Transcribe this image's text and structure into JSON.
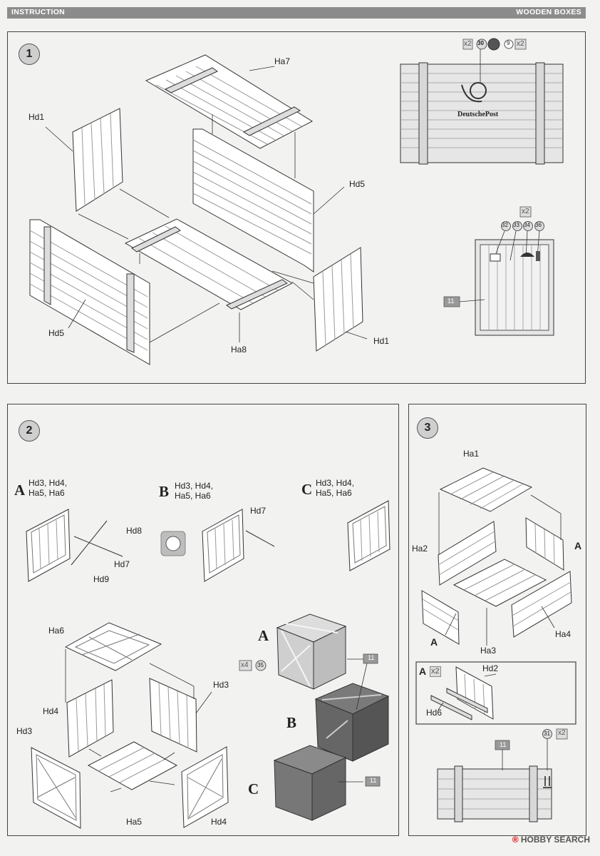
{
  "header": {
    "left": "INSTRUCTION",
    "right": "WOODEN BOXES"
  },
  "step1": {
    "number": "1",
    "labels": {
      "ha7": "Ha7",
      "hd1_left": "Hd1",
      "hd5_right": "Hd5",
      "hd5_left": "Hd5",
      "ha8": "Ha8",
      "hd1_right": "Hd1"
    },
    "decal": {
      "x2_a": "x2",
      "n30": "30",
      "n9": "9",
      "x2_b": "x2",
      "brand": "DeutschePost",
      "x2_c": "x2",
      "n32": "32",
      "n33": "33",
      "n34": "34",
      "n36": "36",
      "n11": "11"
    }
  },
  "step2": {
    "number": "2",
    "variant_a": {
      "letter": "A",
      "parts": "Hd3, Hd4,\nHa5, Ha6",
      "hd8": "Hd8",
      "hd7": "Hd7",
      "hd9": "Hd9"
    },
    "variant_b": {
      "letter": "B",
      "parts": "Hd3, Hd4,\nHa5, Ha6",
      "hd7": "Hd7"
    },
    "variant_c": {
      "letter": "C",
      "parts": "Hd3, Hd4,\nHa5, Ha6"
    },
    "assembly": {
      "ha6": "Ha6",
      "hd3_r": "Hd3",
      "hd4_l": "Hd4",
      "hd3_l": "Hd3",
      "ha5": "Ha5",
      "hd4_r": "Hd4"
    },
    "boxes": {
      "a": "A",
      "b": "B",
      "c": "C",
      "x4": "x4",
      "n35": "35",
      "n11_a": "11",
      "n11_c": "11"
    }
  },
  "step3": {
    "number": "3",
    "labels": {
      "ha1": "Ha1",
      "ha2": "Ha2",
      "a_right": "A",
      "a_left": "A",
      "ha3": "Ha3",
      "ha4": "Ha4"
    },
    "inset": {
      "a": "A",
      "x2": "x2",
      "hd2": "Hd2",
      "hd6": "Hd6"
    },
    "bottom": {
      "n11": "11",
      "n31": "31",
      "x2": "x2"
    }
  },
  "watermark": {
    "reg": "®",
    "text": "HOBBY SEARCH"
  }
}
